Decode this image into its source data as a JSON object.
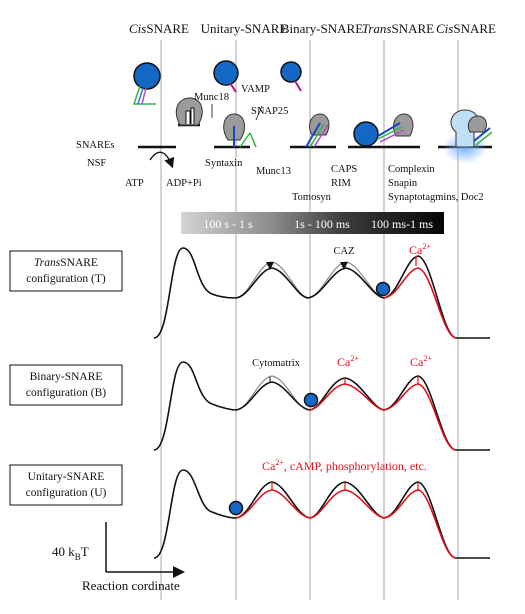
{
  "header": {
    "stages": [
      {
        "pre": "Cis",
        "post": "SNARE"
      },
      {
        "pre": "",
        "post": "Unitary-SNARE"
      },
      {
        "pre": "",
        "post": "Binary-SNARE"
      },
      {
        "pre": "Trans",
        "post": "SNARE"
      },
      {
        "pre": "Cis",
        "post": "SNARE"
      }
    ]
  },
  "labels": {
    "snares": "SNAREs",
    "nsf": "NSF",
    "atp": "ATP",
    "adp": "ADP+Pi",
    "munc18": "Munc18",
    "vamp": "VAMP",
    "snap25": "SNAP25",
    "syntaxin": "Syntaxin",
    "munc13": "Munc13",
    "tomosyn": "Tomosyn",
    "caps": "CAPS",
    "rim": "RIM",
    "complexin": "Complexin",
    "snapin": "Snapin",
    "synaptotagmins": "Synaptotagmins, Doc2"
  },
  "timescale": {
    "segments": [
      "100 s - 1 s",
      "1s - 100 ms",
      "100 ms-1 ms"
    ],
    "colors": [
      "#8f8f8f",
      "#555555",
      "#111111"
    ]
  },
  "panels": [
    {
      "italic": "Trans",
      "rest": "SNARE",
      "line2": "configuration (T)"
    },
    {
      "italic": "",
      "rest": "Binary-SNARE",
      "line2": "configuration (B)"
    },
    {
      "italic": "",
      "rest": "Unitary-SNARE",
      "line2": "configuration (U)"
    }
  ],
  "annotations": {
    "caz": "CAZ",
    "cytomatrix": "Cytomatrix",
    "ca": "Ca",
    "ca_sup": "2+",
    "ca_list_rest": ", cAMP, phosphorylation, etc."
  },
  "scale": {
    "value": "40 k",
    "sub": "B",
    "unit": "T"
  },
  "axis": {
    "x_label": "Reaction cordinate"
  },
  "colors": {
    "accent_red": "#e0101a",
    "vesicle_blue": "#1268c4",
    "lines": "#999999"
  }
}
